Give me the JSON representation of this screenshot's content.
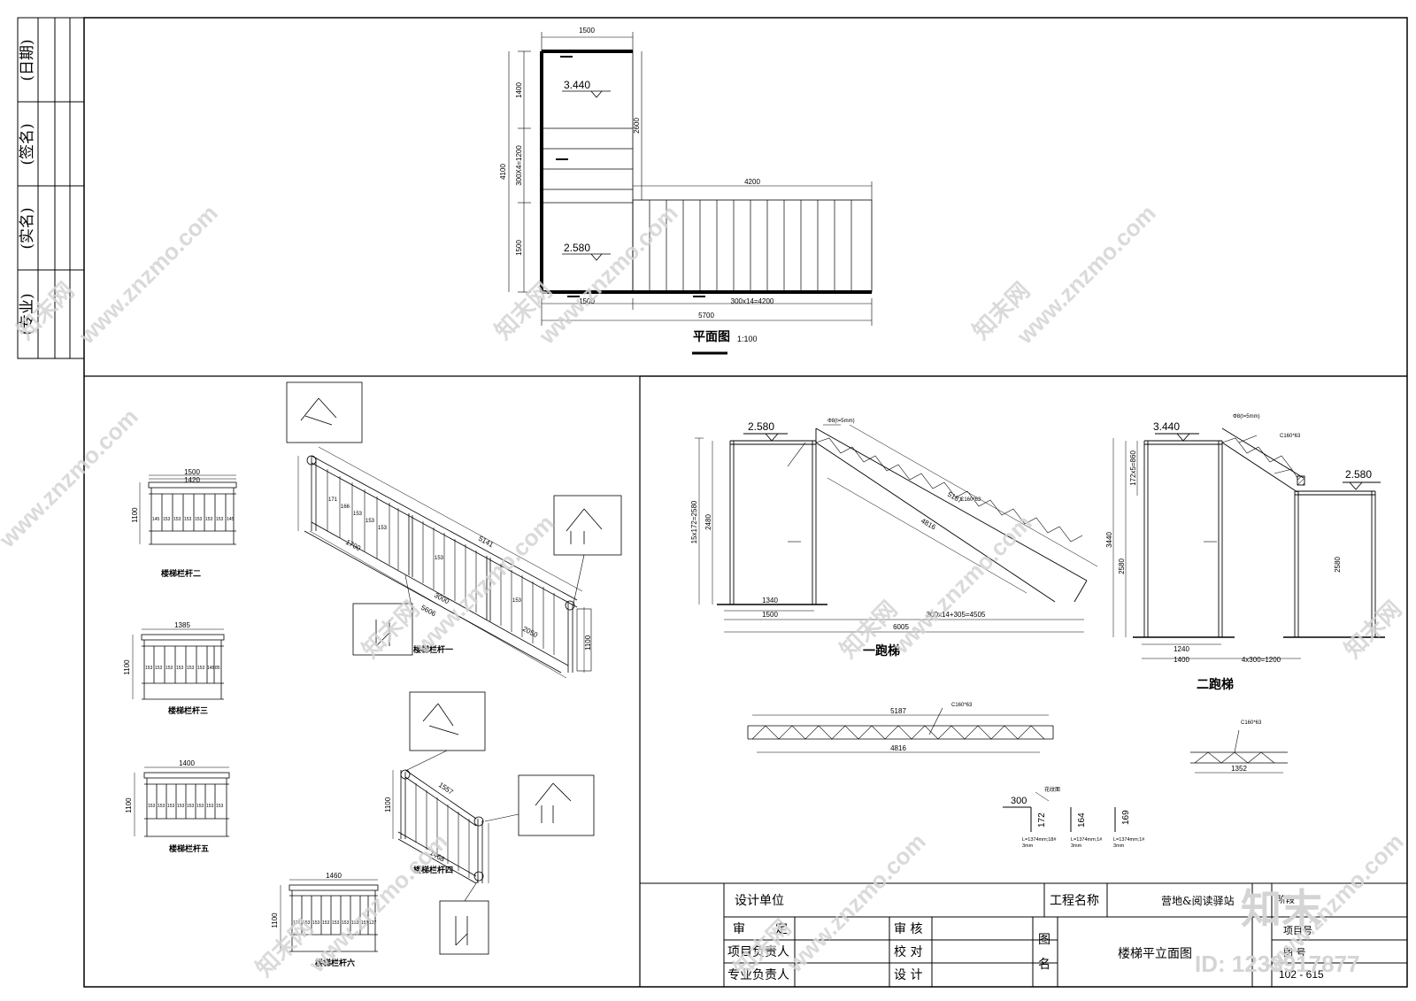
{
  "side_strip": {
    "col1": [
      "(日期)",
      "(签名)",
      "(实名)",
      "(专业)"
    ]
  },
  "plan": {
    "title": "平面图",
    "scale": "1:100",
    "dims": {
      "top_width": "1500",
      "right_height": "2600",
      "left_total": "4100",
      "left_top": "1400",
      "left_steps": "300X4=1200",
      "left_bottom": "1500",
      "run_width": "4200",
      "bottom_left": "1500",
      "bottom_run": "300x14=4200",
      "bottom_total": "5700"
    },
    "elev_upper": "3.440",
    "elev_lower": "2.580"
  },
  "railings": {
    "r1": {
      "label": "楼梯栏杆一",
      "rail_len": "5141",
      "run_top": "1700",
      "run_mid": "3000",
      "run_low": "2050",
      "bottom": "5606",
      "height": "1100",
      "posts": [
        "171",
        "166",
        "153",
        "153",
        "153",
        "153",
        "153"
      ]
    },
    "r2": {
      "label": "楼梯栏杆二",
      "w1": "1500",
      "w2": "1420",
      "h": "1100",
      "bays": [
        "145",
        "153",
        "153",
        "153",
        "153",
        "153",
        "153",
        "145"
      ]
    },
    "r3": {
      "label": "楼梯栏杆三",
      "w": "1385",
      "h": "1100",
      "bays": [
        "153",
        "153",
        "153",
        "153",
        "153",
        "153",
        "148",
        "85"
      ]
    },
    "r4": {
      "label": "楼梯栏杆四",
      "rail_len": "1557",
      "bottom": "1468",
      "height": "1100"
    },
    "r5": {
      "label": "楼梯栏杆五",
      "w": "1400",
      "h": "1100",
      "bays": [
        "153",
        "153",
        "153",
        "153",
        "153",
        "153",
        "153",
        "153",
        "85"
      ]
    },
    "r6": {
      "label": "楼梯栏杆六",
      "w": "1460",
      "h": "1100",
      "bays": [
        "137",
        "153",
        "153",
        "153",
        "153",
        "153",
        "153",
        "153",
        "137"
      ]
    }
  },
  "stair1": {
    "label": "一跑梯",
    "elev": "2.580",
    "plate": "Φ8(t=5mm)",
    "dim_total_h": "15x172=2580",
    "dim_h": "2480",
    "diag_upper": "5187",
    "diag_lower": "4816",
    "channel": "C160*63",
    "bottom_a": "1340",
    "bottom_b": "1500",
    "bottom_run": "300x14+305=4505",
    "bottom_total": "6005"
  },
  "stair2": {
    "label": "二跑梯",
    "elev_top": "3.440",
    "elev_low": "2.580",
    "plate": "Φ8(t=5mm)",
    "channel": "C160*63",
    "dim_steps": "172x5=860",
    "dim_total": "3440",
    "dim_low": "2580",
    "dim_right": "2580",
    "bottom_a": "1240",
    "bottom_b": "1400",
    "bottom_run": "4x300=1200"
  },
  "stringer_detail": {
    "top": "5187",
    "bottom": "4816",
    "channel": "C160*63"
  },
  "stringer_detail2": {
    "bottom": "1352",
    "channel": "C160*63"
  },
  "tread_details": {
    "face": "花纹面",
    "w": "300",
    "h1": "172",
    "h2": "164",
    "h3": "169",
    "n1": "L=1374mm;18#",
    "n2": "L=1374mm;1#",
    "n3": "L=1374mm;1#",
    "thk": "3mm"
  },
  "title_block": {
    "design_unit": "设计单位",
    "project_name_label": "工程名称",
    "project_name": "营地&阅读驿站",
    "shen": "审",
    "ding": "定",
    "review": "审 核",
    "proj_lead": "项目负责人",
    "check": "校 对",
    "prof_lead": "专业负责人",
    "design": "设 计",
    "drawing_name_label": "图",
    "drawing_name_label2": "名",
    "drawing_name": "楼梯平立面图",
    "project_no_label": "项目号",
    "drawing_no_label": "图 号",
    "drawing_no": "102 - 615",
    "phase_label": "阶段"
  },
  "watermark": {
    "site": "www.znzmo.com",
    "brand": "知末网",
    "logo": "知末",
    "id": "ID: 1233917877"
  }
}
